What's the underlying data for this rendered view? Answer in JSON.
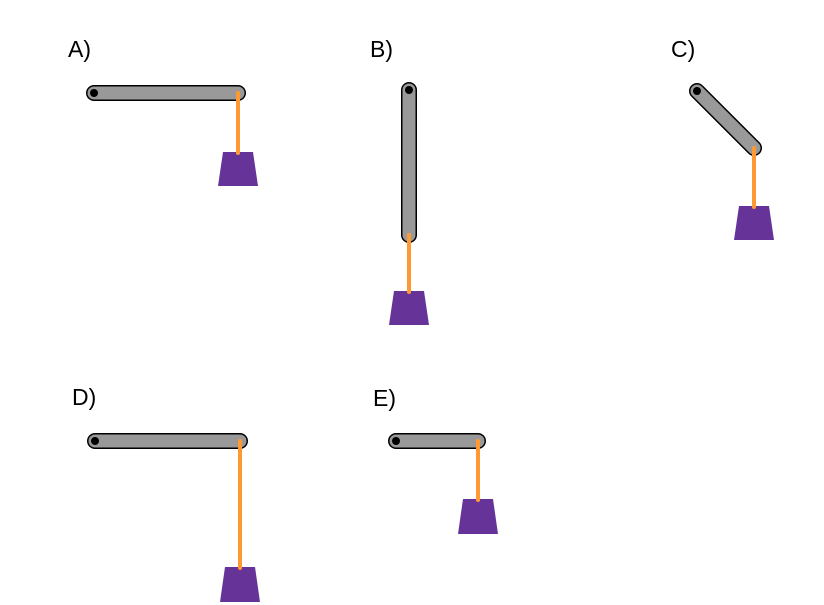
{
  "panels": [
    {
      "label": "A)"
    },
    {
      "label": "B)"
    },
    {
      "label": "C)"
    },
    {
      "label": "D)"
    },
    {
      "label": "E)"
    }
  ],
  "colors": {
    "bar": "#999999",
    "outline": "#000000",
    "string": "#ff9933",
    "weight": "#663399"
  }
}
